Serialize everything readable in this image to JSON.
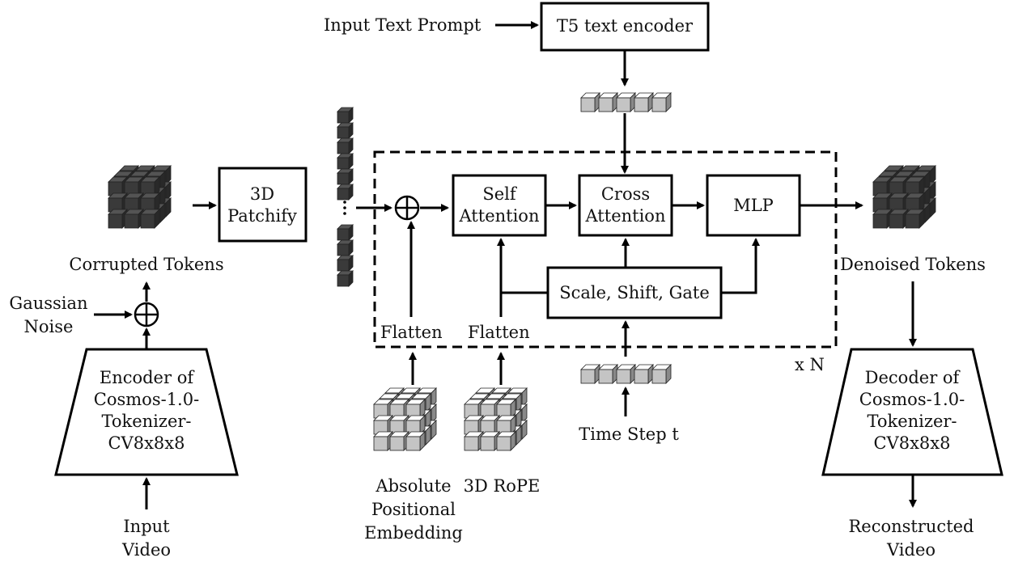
{
  "labels": {
    "input_text_prompt": "Input Text Prompt",
    "t5_encoder": "T5 text encoder",
    "patchify_line1": "3D",
    "patchify_line2": "Patchify",
    "self_attention_line1": "Self",
    "self_attention_line2": "Attention",
    "cross_attention_line1": "Cross",
    "cross_attention_line2": "Attention",
    "mlp": "MLP",
    "scale_shift_gate": "Scale, Shift, Gate",
    "flatten_1": "Flatten",
    "flatten_2": "Flatten",
    "repeat": "x N",
    "corrupted_tokens": "Corrupted Tokens",
    "denoised_tokens": "Denoised Tokens",
    "gaussian_noise_line1": "Gaussian",
    "gaussian_noise_line2": "Noise",
    "encoder": [
      "Encoder of",
      "Cosmos-1.0-",
      "Tokenizer-",
      "CV8x8x8"
    ],
    "decoder": [
      "Decoder of",
      "Cosmos-1.0-",
      "Tokenizer-",
      "CV8x8x8"
    ],
    "input_video_line1": "Input",
    "input_video_line2": "Video",
    "reconstructed_video_line1": "Reconstructed",
    "reconstructed_video_line2": "Video",
    "abs_pos_line1": "Absolute",
    "abs_pos_line2": "Positional",
    "abs_pos_line3": "Embedding",
    "rope": "3D RoPE",
    "time_step": "Time Step t",
    "plus_symbol": "⊕"
  },
  "colors": {
    "dark_cube": "#3a3a3a",
    "light_cube": "#c4c4c4",
    "stroke": "#000000"
  }
}
